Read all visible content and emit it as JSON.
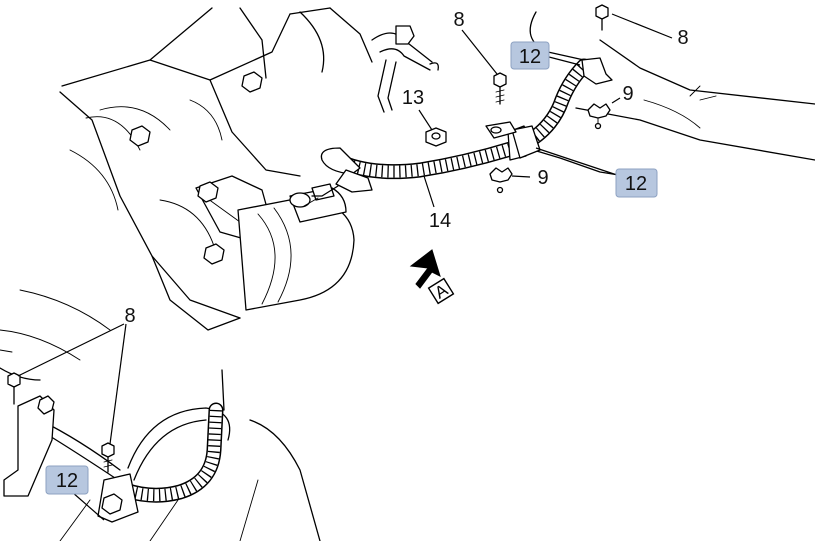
{
  "callouts": {
    "c8_top": "8",
    "c8_right": "8",
    "c8_left": "8",
    "c12_top": "12",
    "c12_right": "12",
    "c12_left": "12",
    "c9_right": "9",
    "c9_mid": "9",
    "c13": "13",
    "c14": "14"
  },
  "view_marker": {
    "letter": "A"
  },
  "colors": {
    "highlight": "#b7c7df",
    "ink": "#000000"
  }
}
